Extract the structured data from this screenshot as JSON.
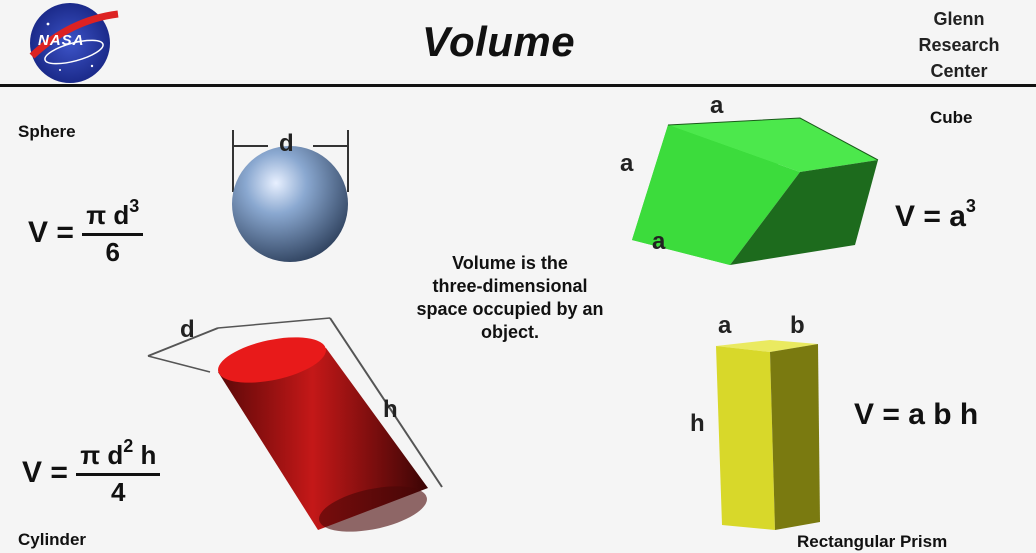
{
  "header": {
    "logo_text": "NASA",
    "title": "Volume",
    "center_name_lines": [
      "Glenn",
      "Research",
      "Center"
    ]
  },
  "definition_lines": [
    "Volume is the",
    "three-dimensional",
    "space occupied by an",
    "object."
  ],
  "sphere": {
    "label": "Sphere",
    "dim_d": "d",
    "formula_lhs": "V =",
    "formula_num": "π d",
    "formula_num_exp": "3",
    "formula_den": "6"
  },
  "cube": {
    "label": "Cube",
    "dim_top": "a",
    "dim_left": "a",
    "dim_bottom": "a",
    "formula_lhs": "V = a",
    "formula_exp": "3"
  },
  "cylinder": {
    "label": "Cylinder",
    "dim_d": "d",
    "dim_h": "h",
    "formula_lhs": "V =",
    "formula_num": "π d",
    "formula_num_exp": "2",
    "formula_num_tail": " h",
    "formula_den": "4"
  },
  "prism": {
    "label": "Rectangular Prism",
    "dim_a": "a",
    "dim_b": "b",
    "dim_h": "h",
    "formula": "V = a b h"
  },
  "colors": {
    "sphere": "#7f9fc7",
    "cube_front": "#3cdc3c",
    "cube_side": "#1d6b1d",
    "cylinder": "#b01515",
    "prism_front": "#d8d82a",
    "prism_side": "#7a7a10"
  }
}
